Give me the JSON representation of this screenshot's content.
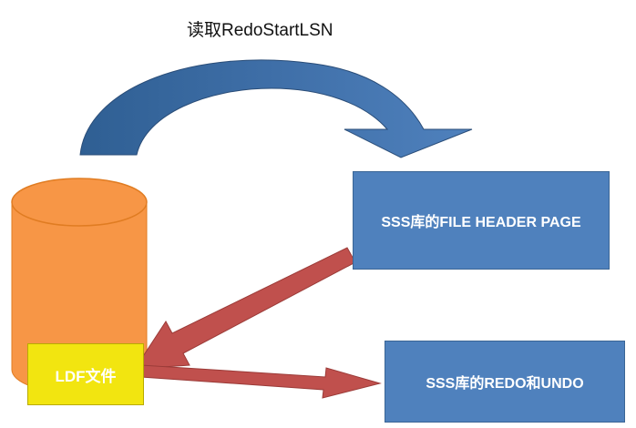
{
  "caption": "读取RedoStartLSN",
  "boxes": {
    "file_header": "SSS库的FILE HEADER PAGE",
    "redo_undo": "SSS库的REDO和UNDO",
    "ldf": "LDF文件"
  },
  "colors": {
    "box_blue": "#4f81bd",
    "cylinder_orange": "#f79646",
    "ldf_yellow": "#f2e510",
    "arrow_red": "#c0504d",
    "curved_arrow_dark": "#2c5282",
    "curved_arrow_light": "#4f81bd"
  }
}
